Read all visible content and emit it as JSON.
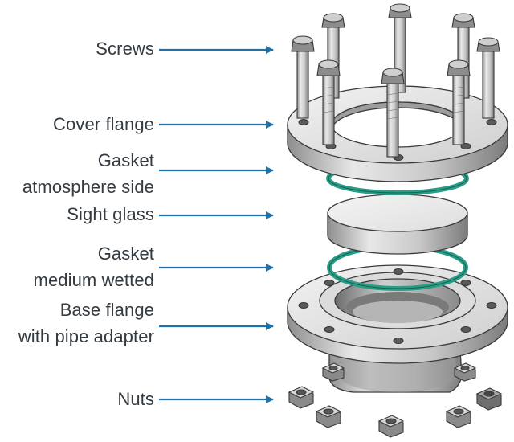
{
  "labels": {
    "screws": "Screws",
    "cover_flange": "Cover flange",
    "gasket_atmosphere_line1": "Gasket",
    "gasket_atmosphere_line2": "atmosphere side",
    "sight_glass": "Sight glass",
    "gasket_medium_line1": "Gasket",
    "gasket_medium_line2": "medium wetted",
    "base_flange_line1": "Base flange",
    "base_flange_line2": "with pipe adapter",
    "nuts": "Nuts"
  },
  "colors": {
    "label_text": "#333a40",
    "arrow": "#1f6fa8",
    "gasket": "#2a9d88",
    "metal_light": "#e6e6e6",
    "metal_dark": "#9a9a9a",
    "outline": "#3a3a3a"
  }
}
